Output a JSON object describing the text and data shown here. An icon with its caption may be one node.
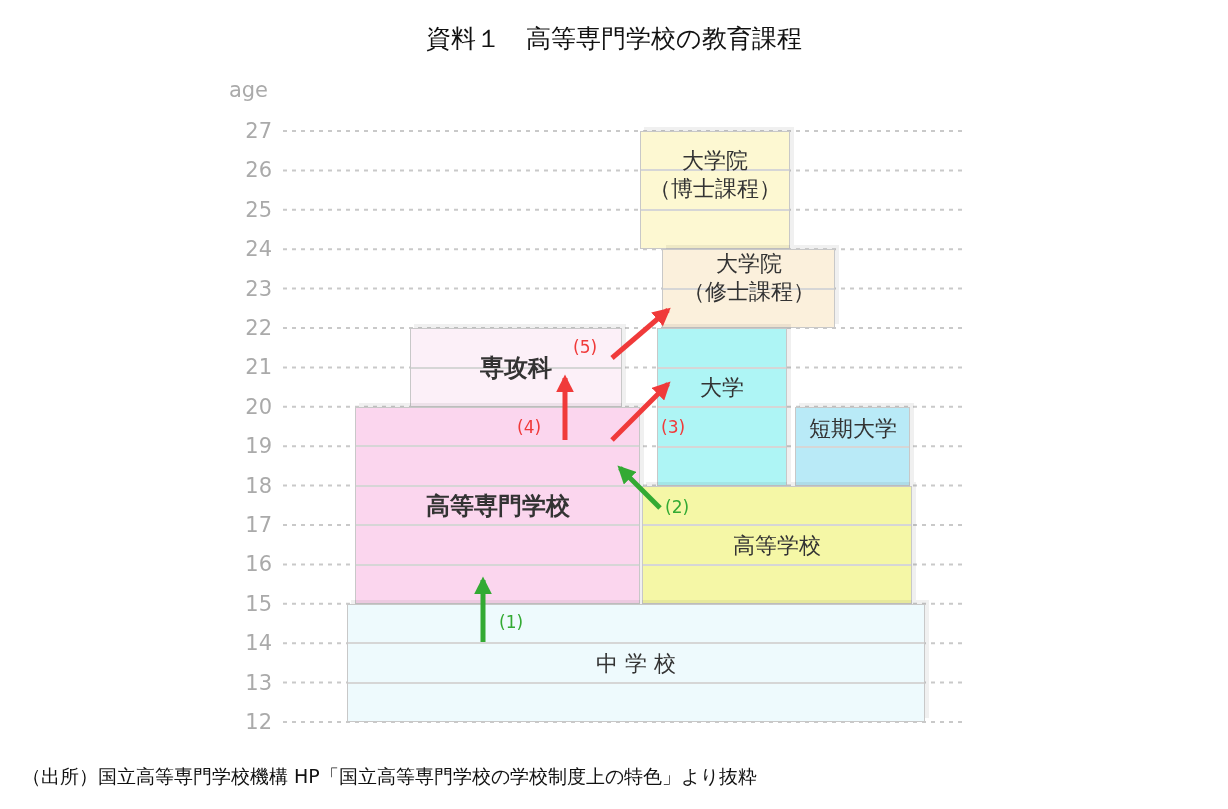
{
  "diagram": {
    "title": "資料１　高等専門学校の教育課程",
    "caption": "（出所）国立高等専門学校機構 HP「国立高等専門学校の学校制度上の特色」より抜粋",
    "nodes": [
      {
        "text": [
          "大学院",
          "（博士課程）"
        ]
      },
      {
        "text": [
          "大学院",
          "（修士課程）"
        ]
      },
      {
        "text": [
          "専攻科"
        ]
      },
      {
        "text": [
          "大学"
        ]
      },
      {
        "text": [
          "短期大学"
        ]
      },
      {
        "text": [
          "高等専門学校"
        ]
      },
      {
        "text": [
          "高等学校"
        ]
      },
      {
        "text": [
          "中 学 校"
        ]
      }
    ],
    "edges": [
      {
        "from": 7,
        "to": 5,
        "arrow": "to",
        "label": "(1)",
        "color": "#33aa33"
      },
      {
        "from": 6,
        "to": 5,
        "arrow": "to",
        "label": "(2)",
        "color": "#33aa33"
      },
      {
        "from": 5,
        "to": 3,
        "arrow": "to",
        "label": "(3)"
      },
      {
        "from": 5,
        "to": 2,
        "arrow": "to",
        "label": "(4)"
      },
      {
        "from": 2,
        "to": 1,
        "arrow": "to",
        "label": "(5)"
      }
    ],
    "labels": [
      "age",
      "27",
      "26",
      "25",
      "24",
      "23",
      "22",
      "21",
      "20",
      "19",
      "18",
      "17",
      "16",
      "15",
      "14",
      "13",
      "12"
    ]
  }
}
